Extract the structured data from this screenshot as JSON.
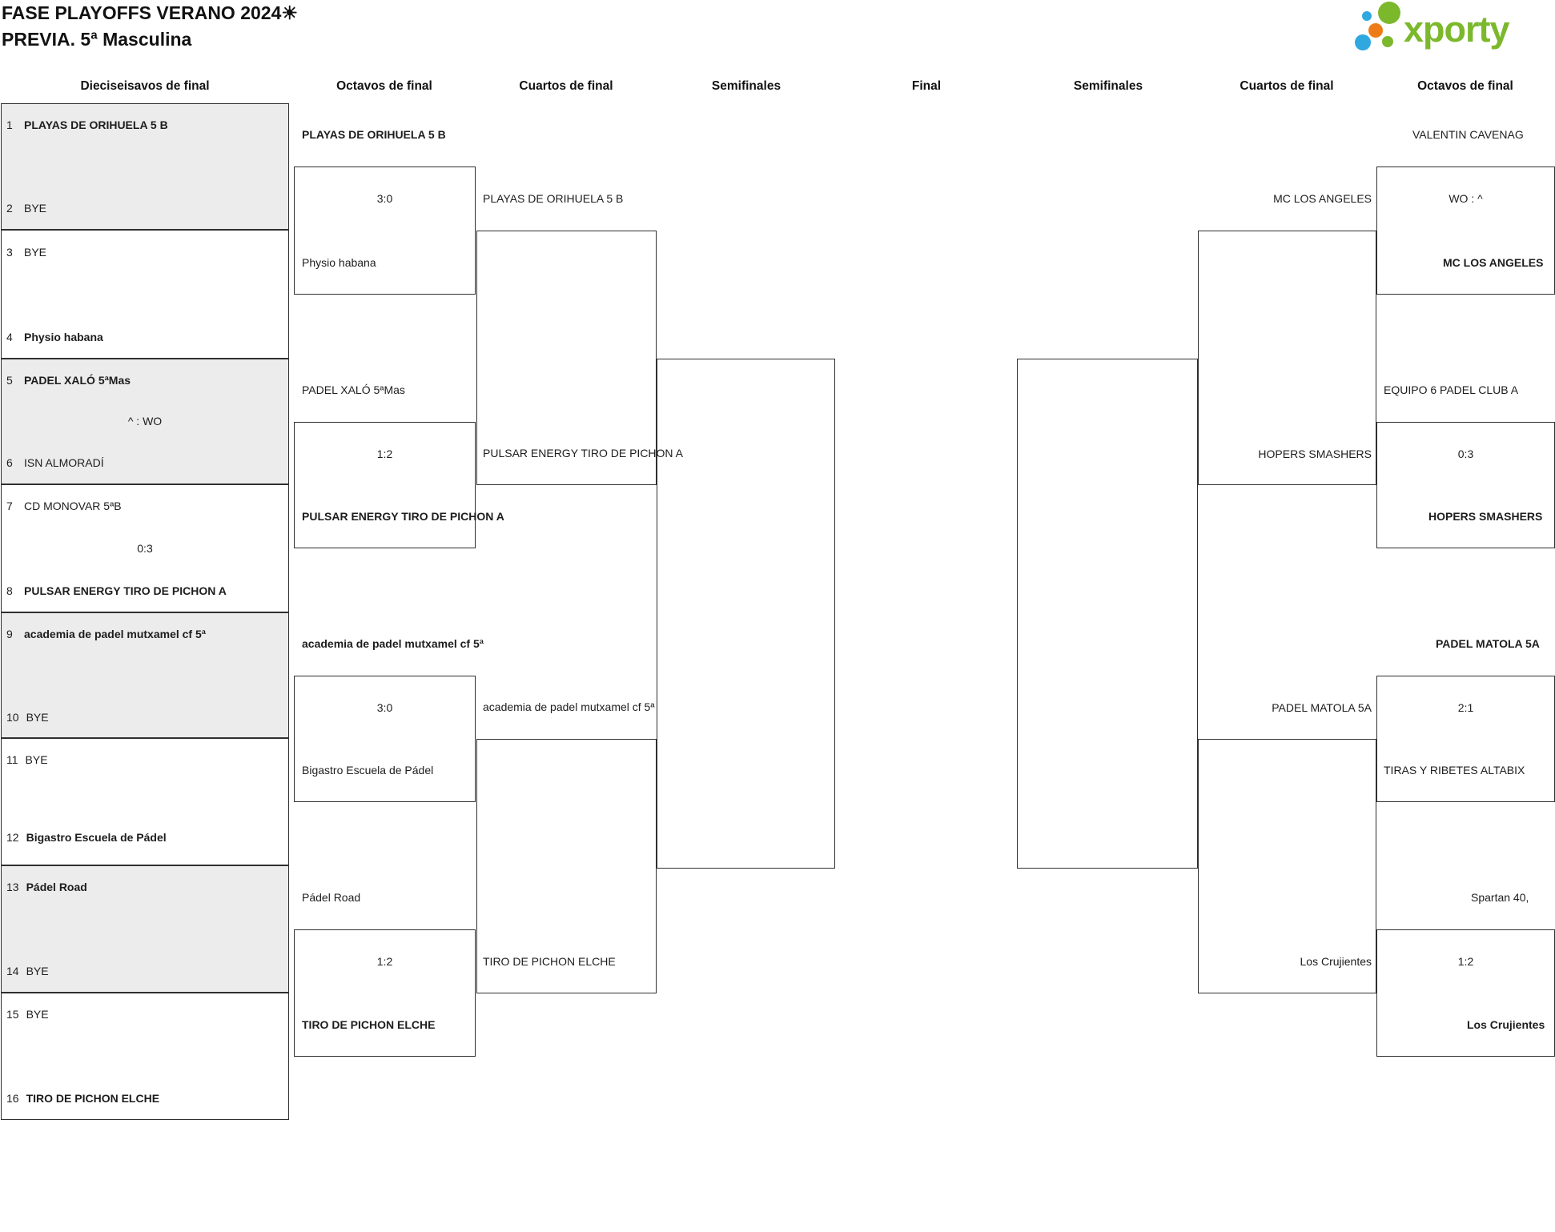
{
  "title": {
    "line1": "FASE PLAYOFFS VERANO 2024☀",
    "line2": "PREVIA. 5ª Masculina"
  },
  "logo": {
    "text": "xporty",
    "green": "#7cb82c",
    "blue": "#2fa8df",
    "orange": "#ee7c16"
  },
  "colors": {
    "shaded_box": "#ececec",
    "line": "#2f2f2f",
    "text": "#1d1d1d"
  },
  "round_headers": [
    "Dieciseisavos de final",
    "Octavos de final",
    "Cuartos de final",
    "Semifinales",
    "Final",
    "Semifinales",
    "Cuartos de final",
    "Octavos de final"
  ],
  "r16": {
    "matches": [
      {
        "score": "",
        "top": {
          "num": "1",
          "name": "PLAYAS DE ORIHUELA 5 B",
          "winner": true
        },
        "bottom": {
          "num": "2",
          "name": "BYE",
          "winner": false
        }
      },
      {
        "score": "",
        "top": {
          "num": "3",
          "name": "BYE",
          "winner": false
        },
        "bottom": {
          "num": "4",
          "name": "Physio habana",
          "winner": true
        }
      },
      {
        "score": "^ : WO",
        "top": {
          "num": "5",
          "name": "PADEL XALÓ 5ªMas",
          "winner": true
        },
        "bottom": {
          "num": "6",
          "name": "ISN ALMORADÍ",
          "winner": false
        }
      },
      {
        "score": "0:3",
        "top": {
          "num": "7",
          "name": "CD MONOVAR 5ªB",
          "winner": false
        },
        "bottom": {
          "num": "8",
          "name": "PULSAR ENERGY TIRO DE PICHON A",
          "winner": true
        }
      },
      {
        "score": "",
        "top": {
          "num": "9",
          "name": "academia de padel mutxamel cf 5ª",
          "winner": true
        },
        "bottom": {
          "num": "10",
          "name": "BYE",
          "winner": false
        }
      },
      {
        "score": "",
        "top": {
          "num": "11",
          "name": "BYE",
          "winner": false
        },
        "bottom": {
          "num": "12",
          "name": "Bigastro Escuela de Pádel",
          "winner": true
        }
      },
      {
        "score": "",
        "top": {
          "num": "13",
          "name": "Pádel Road",
          "winner": true
        },
        "bottom": {
          "num": "14",
          "name": "BYE",
          "winner": false
        }
      },
      {
        "score": "",
        "top": {
          "num": "15",
          "name": "BYE",
          "winner": false
        },
        "bottom": {
          "num": "16",
          "name": "TIRO DE PICHON ELCHE",
          "winner": true
        }
      }
    ]
  },
  "octavos_left": {
    "matches": [
      {
        "top": {
          "name": "PLAYAS DE ORIHUELA 5 B",
          "winner": true
        },
        "score": "3:0",
        "bottom": {
          "name": "Physio habana",
          "winner": false
        }
      },
      {
        "top": {
          "name": "PADEL XALÓ 5ªMas",
          "winner": false
        },
        "score": "1:2",
        "bottom": {
          "name": "PULSAR ENERGY TIRO DE PICHON A",
          "winner": true
        }
      },
      {
        "top": {
          "name": "academia de padel mutxamel cf 5ª",
          "winner": true
        },
        "score": "3:0",
        "bottom": {
          "name": "Bigastro Escuela de Pádel",
          "winner": false
        }
      },
      {
        "top": {
          "name": "Pádel Road",
          "winner": false
        },
        "score": "1:2",
        "bottom": {
          "name": "TIRO DE PICHON ELCHE",
          "winner": true
        }
      }
    ]
  },
  "cuartos_left": {
    "matches": [
      {
        "top": {
          "name": "PLAYAS DE ORIHUELA 5 B"
        },
        "bottom": {
          "name": "PULSAR ENERGY TIRO DE PICHON A"
        }
      },
      {
        "top": {
          "name": "academia de padel mutxamel cf 5ª"
        },
        "bottom": {
          "name": "TIRO DE PICHON ELCHE"
        }
      }
    ]
  },
  "cuartos_right": {
    "matches": [
      {
        "top": {
          "name": "MC LOS ANGELES"
        },
        "bottom": {
          "name": "HOPERS SMASHERS"
        }
      },
      {
        "top": {
          "name": "PADEL MATOLA 5A"
        },
        "bottom": {
          "name": "Los Crujientes"
        }
      }
    ]
  },
  "octavos_right": {
    "matches": [
      {
        "top": {
          "name": "VALENTIN CAVENAG",
          "winner": false
        },
        "score": "WO : ^",
        "bottom": {
          "name": "MC LOS ANGELES",
          "winner": true
        }
      },
      {
        "top": {
          "name": "EQUIPO 6 PADEL CLUB A",
          "winner": false
        },
        "score": "0:3",
        "bottom": {
          "name": "HOPERS SMASHERS",
          "winner": true
        }
      },
      {
        "top": {
          "name": "PADEL MATOLA 5A",
          "winner": true
        },
        "score": "2:1",
        "bottom": {
          "name": "TIRAS Y RIBETES ALTABIX",
          "winner": false
        }
      },
      {
        "top": {
          "name": "Spartan 40,",
          "winner": false
        },
        "score": "1:2",
        "bottom": {
          "name": "Los Crujientes",
          "winner": true
        }
      }
    ]
  }
}
